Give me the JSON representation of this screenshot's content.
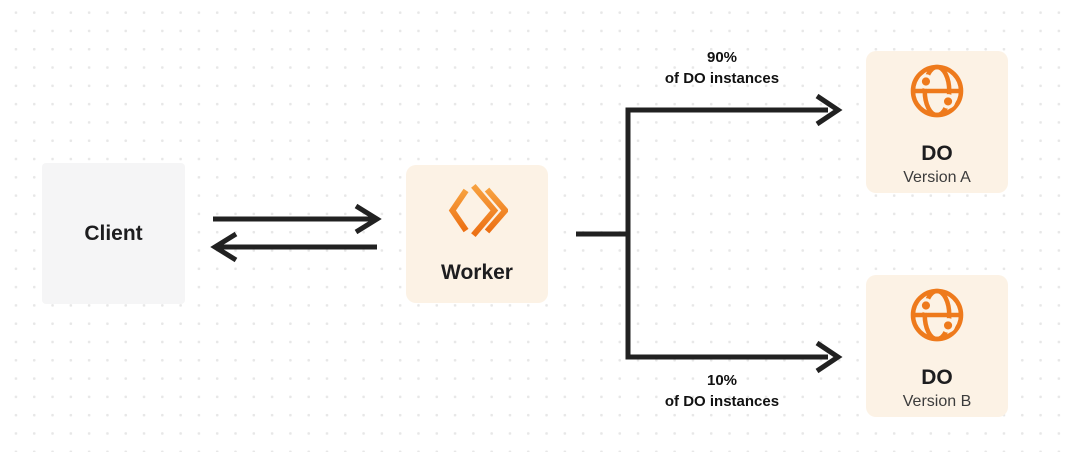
{
  "nodes": {
    "client": {
      "label": "Client"
    },
    "worker": {
      "label": "Worker",
      "icon": "workers-logo-icon"
    },
    "do_a": {
      "title": "DO",
      "subtitle": "Version A",
      "icon": "globe-icon"
    },
    "do_b": {
      "title": "DO",
      "subtitle": "Version B",
      "icon": "globe-icon"
    }
  },
  "labels": {
    "split_a": {
      "percent": "90%",
      "caption": "of DO instances"
    },
    "split_b": {
      "percent": "10%",
      "caption": "of DO instances"
    }
  },
  "colors": {
    "orange": "#F48120",
    "orange_globe": "#EE7A1C",
    "node_cream_bg": "#FCF2E5",
    "client_bg": "#F5F5F6",
    "arrow": "#212121",
    "title_text": "#1D1D1F",
    "subtitle_text": "#3C3C3C",
    "dot_grid": "#E7E7E7",
    "background": "#FFFFFF"
  }
}
